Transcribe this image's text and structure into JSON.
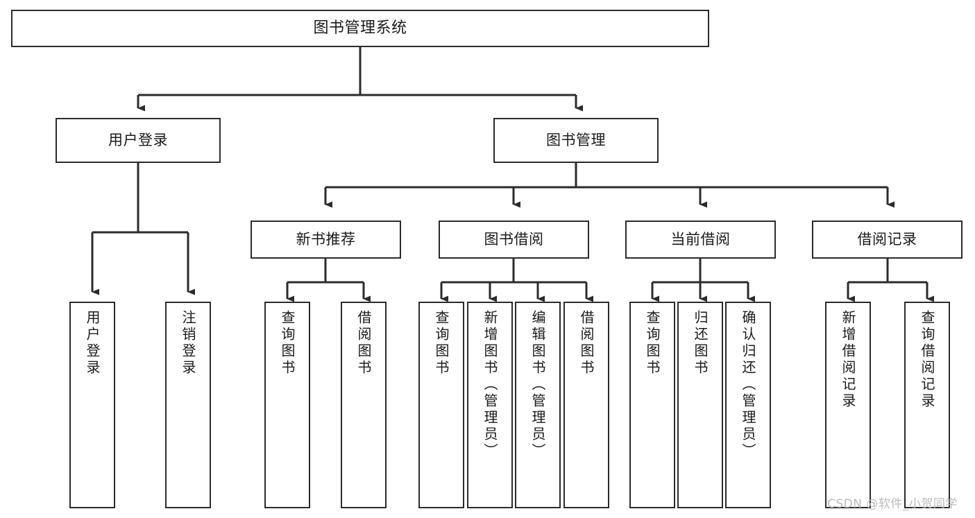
{
  "diagram": {
    "title": "图书管理系统",
    "type": "tree-hierarchy-diagram",
    "root": {
      "id": "root",
      "label": "图书管理系统"
    },
    "level2": [
      {
        "id": "user-login",
        "label": "用户登录"
      },
      {
        "id": "book-manage",
        "label": "图书管理"
      }
    ],
    "level3": [
      {
        "id": "new-book-recommend",
        "label": "新书推荐"
      },
      {
        "id": "book-borrow",
        "label": "图书借阅"
      },
      {
        "id": "current-borrow",
        "label": "当前借阅"
      },
      {
        "id": "borrow-record",
        "label": "借阅记录"
      }
    ],
    "leaves": {
      "user_login": [
        {
          "id": "leaf-user-login",
          "label": "用户登录"
        },
        {
          "id": "leaf-logout-login",
          "label": "注销登录"
        }
      ],
      "new_book_recommend": [
        {
          "id": "leaf-query-book-1",
          "label": "查询图书"
        },
        {
          "id": "leaf-borrow-book-1",
          "label": "借阅图书"
        }
      ],
      "book_borrow": [
        {
          "id": "leaf-query-book-2",
          "label": "查询图书"
        },
        {
          "id": "leaf-add-book",
          "label": "新增图书（管理员）"
        },
        {
          "id": "leaf-edit-book",
          "label": "编辑图书（管理员）"
        },
        {
          "id": "leaf-borrow-book-2",
          "label": "借阅图书"
        }
      ],
      "current_borrow": [
        {
          "id": "leaf-query-book-3",
          "label": "查询图书"
        },
        {
          "id": "leaf-return-book",
          "label": "归还图书"
        },
        {
          "id": "leaf-confirm-return",
          "label": "确认归还（管理员）"
        }
      ],
      "borrow_record": [
        {
          "id": "leaf-add-record",
          "label": "新增借阅记录"
        },
        {
          "id": "leaf-query-record",
          "label": "查询借阅记录"
        }
      ]
    },
    "colors": {
      "stroke": "#2b2b2b",
      "fill": "#ffffff",
      "text": "#1a1a1a",
      "watermark": "#b9bcc0"
    }
  },
  "watermark": {
    "text": "CSDN @软件_小贺同学"
  }
}
